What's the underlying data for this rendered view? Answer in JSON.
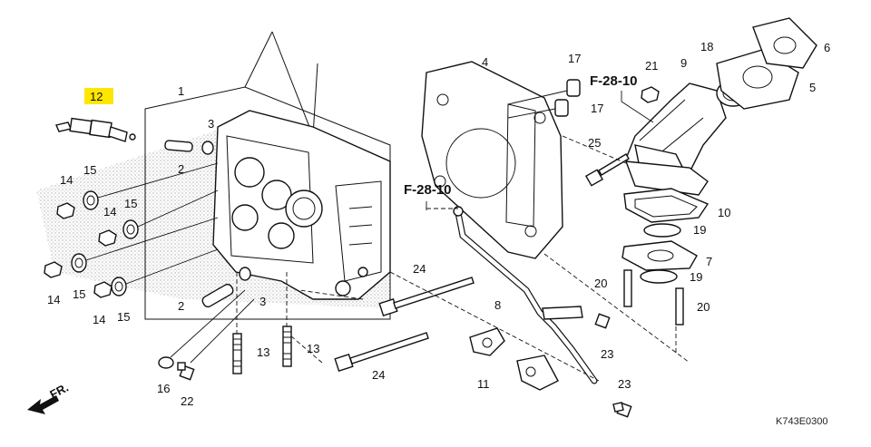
{
  "diagram": {
    "drawing_code": "K743E0300",
    "front_label": "FR.",
    "references": [
      {
        "id": "ref-a",
        "text": "F-28-10"
      },
      {
        "id": "ref-b",
        "text": "F-28-10"
      }
    ],
    "callouts": [
      {
        "id": "c1",
        "text": "1"
      },
      {
        "id": "c2a",
        "text": "2"
      },
      {
        "id": "c2b",
        "text": "2"
      },
      {
        "id": "c3a",
        "text": "3"
      },
      {
        "id": "c3b",
        "text": "3"
      },
      {
        "id": "c4",
        "text": "4"
      },
      {
        "id": "c5",
        "text": "5"
      },
      {
        "id": "c6",
        "text": "6"
      },
      {
        "id": "c7",
        "text": "7"
      },
      {
        "id": "c8",
        "text": "8"
      },
      {
        "id": "c9",
        "text": "9"
      },
      {
        "id": "c10",
        "text": "10"
      },
      {
        "id": "c11",
        "text": "11"
      },
      {
        "id": "c12",
        "text": "12",
        "highlighted": true
      },
      {
        "id": "c13a",
        "text": "13"
      },
      {
        "id": "c13b",
        "text": "13"
      },
      {
        "id": "c14a",
        "text": "14"
      },
      {
        "id": "c14b",
        "text": "14"
      },
      {
        "id": "c14c",
        "text": "14"
      },
      {
        "id": "c14d",
        "text": "14"
      },
      {
        "id": "c15a",
        "text": "15"
      },
      {
        "id": "c15b",
        "text": "15"
      },
      {
        "id": "c15c",
        "text": "15"
      },
      {
        "id": "c15d",
        "text": "15"
      },
      {
        "id": "c16",
        "text": "16"
      },
      {
        "id": "c17a",
        "text": "17"
      },
      {
        "id": "c17b",
        "text": "17"
      },
      {
        "id": "c18",
        "text": "18"
      },
      {
        "id": "c19a",
        "text": "19"
      },
      {
        "id": "c19b",
        "text": "19"
      },
      {
        "id": "c20a",
        "text": "20"
      },
      {
        "id": "c20b",
        "text": "20"
      },
      {
        "id": "c21",
        "text": "21"
      },
      {
        "id": "c22",
        "text": "22"
      },
      {
        "id": "c23a",
        "text": "23"
      },
      {
        "id": "c23b",
        "text": "23"
      },
      {
        "id": "c24a",
        "text": "24"
      },
      {
        "id": "c24b",
        "text": "24"
      },
      {
        "id": "c25",
        "text": "25"
      }
    ],
    "colors": {
      "highlight": "#ffe600",
      "line": "#111111",
      "stipple": "#9a9a9a",
      "background": "#ffffff"
    }
  }
}
